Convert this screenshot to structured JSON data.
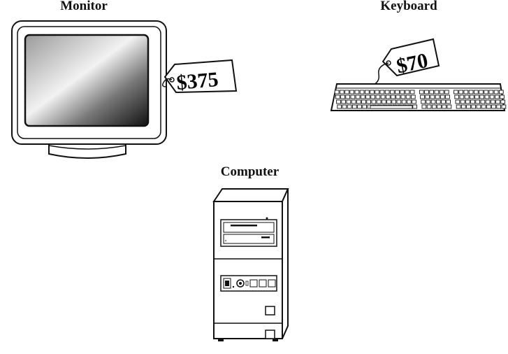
{
  "items": [
    {
      "id": "monitor",
      "label": "Monitor",
      "price": "$375"
    },
    {
      "id": "keyboard",
      "label": "Keyboard",
      "price": "$70"
    },
    {
      "id": "computer",
      "label": "Computer",
      "price": ""
    }
  ],
  "colors": {
    "stroke": "#111111",
    "background": "#ffffff"
  }
}
